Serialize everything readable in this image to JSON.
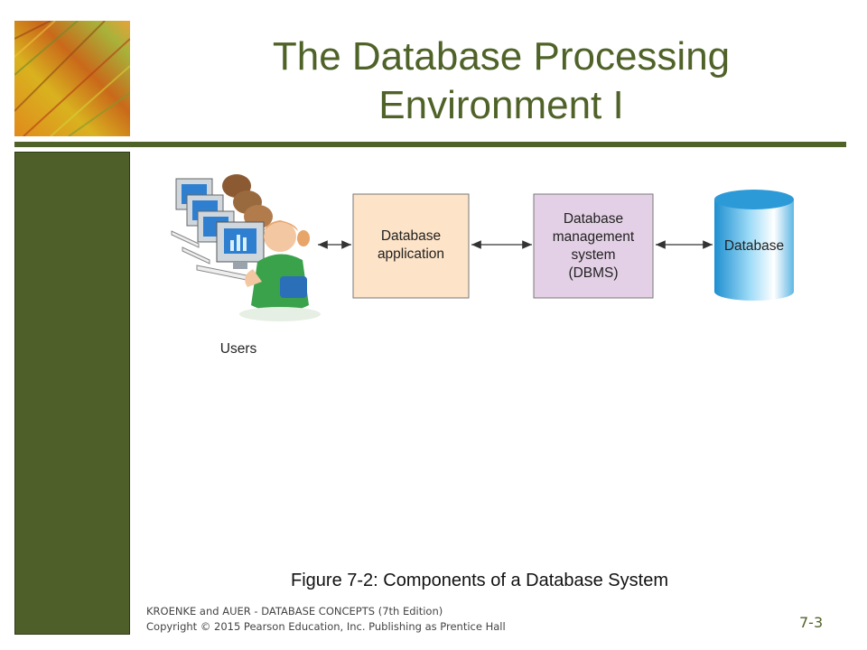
{
  "slide": {
    "title_line1": "The Database Processing",
    "title_line2": "Environment I",
    "caption": "Figure 7-2:  Components of a Database System",
    "footer_line1": "KROENKE and AUER -  DATABASE CONCEPTS (7th Edition)",
    "footer_line2": "Copyright © 2015 Pearson Education, Inc. Publishing as Prentice Hall",
    "page_number": "7-3"
  },
  "diagram": {
    "users_label": "Users",
    "app_label_line1": "Database",
    "app_label_line2": "application",
    "dbms_label_line1": "Database",
    "dbms_label_line2": "management",
    "dbms_label_line3": "system",
    "dbms_label_line4": "(DBMS)",
    "database_label": "Database"
  },
  "colors": {
    "accent": "#4f6228",
    "side_bar": "#4f5f2a",
    "app_box": "#fde3c7",
    "dbms_box": "#e4d0e6",
    "database_cylinder": "#67bfe8"
  }
}
